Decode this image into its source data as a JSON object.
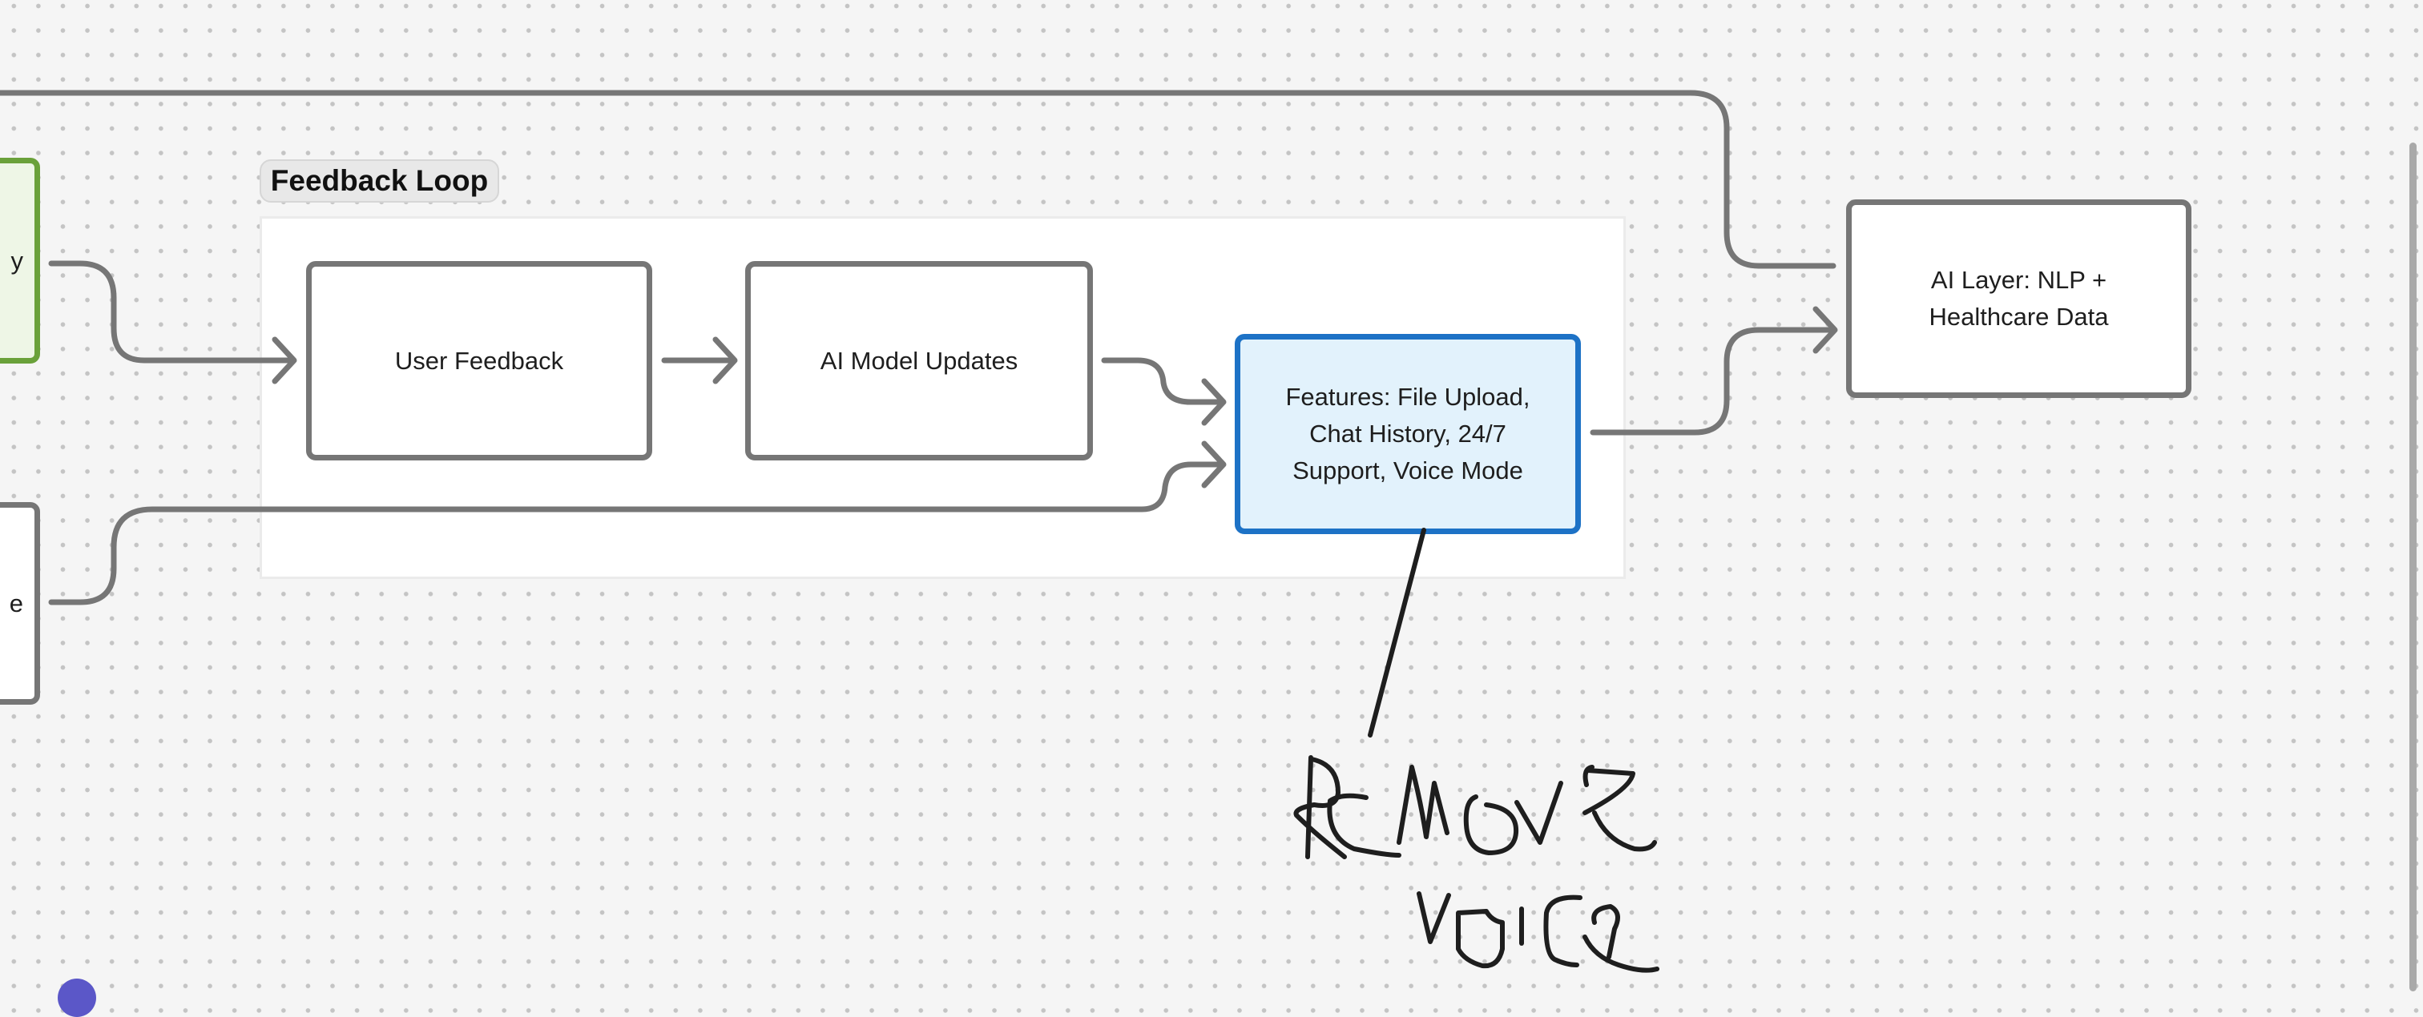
{
  "canvas": {
    "background": "#f5f5f5",
    "grid": "dots"
  },
  "group": {
    "label": "Feedback Loop"
  },
  "nodes": {
    "left_top": {
      "text_fragment": "y",
      "color": "#6aa13a"
    },
    "left_bottom": {
      "text_fragment": "e"
    },
    "user_feedback": {
      "label": "User Feedback"
    },
    "ai_model_updates": {
      "label": "AI Model Updates"
    },
    "features": {
      "label": "Features: File Upload, Chat History, 24/7 Support, Voice Mode",
      "color": "#1d72c6"
    },
    "ai_layer": {
      "label": "AI Layer: NLP + Healthcare Data"
    }
  },
  "annotation": {
    "line1": "REMOVE",
    "line2": "VOICE",
    "points_to": "features"
  },
  "colors": {
    "edge": "#767676",
    "ink": "#1e1e1e",
    "accent_blue": "#1d72c6",
    "accent_green": "#6aa13a",
    "avatar": "#5b57c8"
  }
}
